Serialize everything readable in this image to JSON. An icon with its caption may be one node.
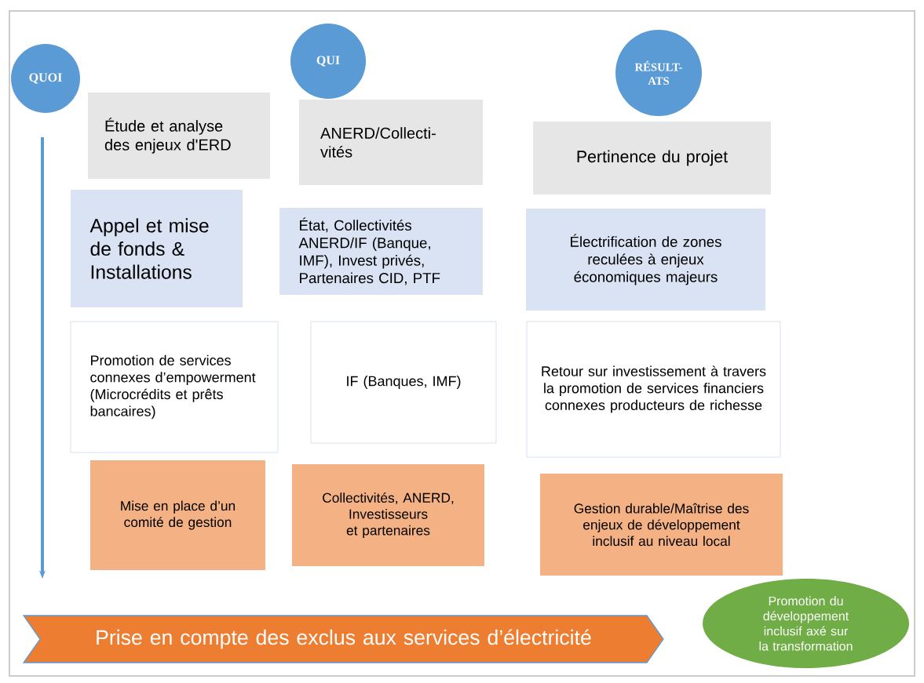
{
  "diagram": {
    "nodes": [
      {
        "text": [
          "QUOI"
        ]
      },
      {
        "text": [
          "QUI"
        ]
      },
      {
        "text": [
          "RÉSULT- ATS"
        ]
      },
      {
        "text": [
          "Étude et analyse des enjeux d'ERD"
        ]
      },
      {
        "text": [
          "ANERD/Collecti- vités"
        ]
      },
      {
        "text": [
          "Pertinence du projet"
        ]
      },
      {
        "text": [
          "Appel et mise de fonds & Installations"
        ]
      },
      {
        "text": [
          "État, Collectivités ANERD/IF (Banque, IMF), Invest privés, Partenaires CID, PTF"
        ]
      },
      {
        "text": [
          "Électrification de zones reculées à enjeux économiques majeurs"
        ]
      },
      {
        "text": [
          "Promotion de services connexes d’empowerment (Microcrédits et prêts bancaires)"
        ]
      },
      {
        "text": [
          "IF (Banques, IMF)"
        ]
      },
      {
        "text": [
          "Retour sur investissement à travers la promotion de services financiers connexes producteurs de richesse"
        ]
      },
      {
        "text": [
          "Mise en place d’un comité de gestion"
        ]
      },
      {
        "text": [
          "Collectivités, ANERD, Investisseurs et partenaires"
        ]
      },
      {
        "text": [
          "Gestion durable/Maîtrise des enjeux de développement inclusif au niveau local"
        ]
      },
      {
        "text": [
          "Prise en compte des exclus aux services d’électricité"
        ]
      },
      {
        "text": [
          "Promotion du développement inclusif axé sur la transformation"
        ]
      }
    ]
  }
}
